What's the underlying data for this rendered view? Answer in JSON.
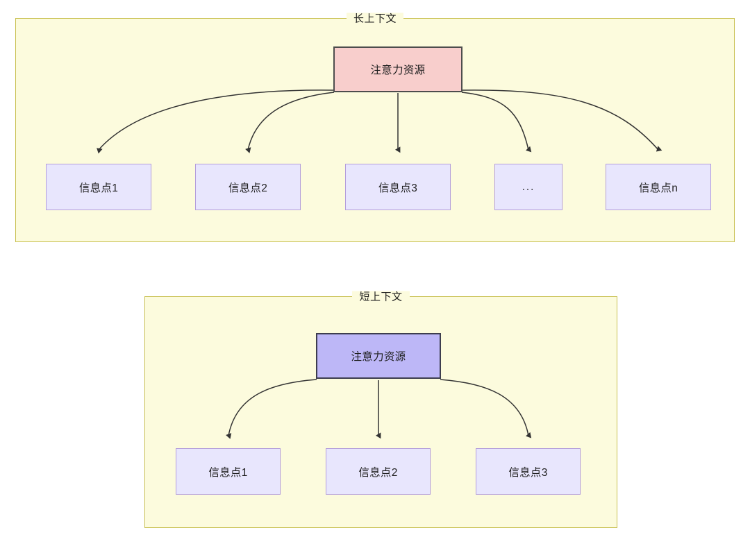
{
  "diagram": {
    "type": "attention-allocation-comparison",
    "groups": [
      {
        "id": "long-context",
        "title": "长上下文",
        "root": {
          "label": "注意力资源",
          "fill": "#f8cecc",
          "stroke": "#4d4d4d"
        },
        "leaves": [
          {
            "label": "信息点1"
          },
          {
            "label": "信息点2"
          },
          {
            "label": "信息点3"
          },
          {
            "label": "..."
          },
          {
            "label": "信息点n"
          }
        ]
      },
      {
        "id": "short-context",
        "title": "短上下文",
        "root": {
          "label": "注意力资源",
          "fill": "#bdb7f7",
          "stroke": "#3d3d4e"
        },
        "leaves": [
          {
            "label": "信息点1"
          },
          {
            "label": "信息点2"
          },
          {
            "label": "信息点3"
          }
        ]
      }
    ],
    "colors": {
      "panel_fill": "#fcfbdd",
      "panel_stroke": "#c8c050",
      "leaf_fill": "#e8e6fd",
      "leaf_stroke": "#b39ddb",
      "connector": "#333333",
      "text": "#1f1f1f"
    }
  }
}
